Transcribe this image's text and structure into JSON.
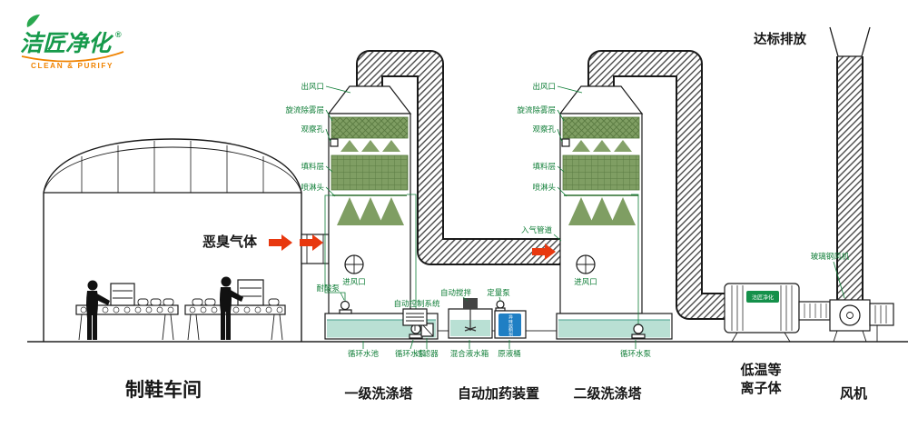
{
  "colors": {
    "brand_green": "#169a4b",
    "brand_orange": "#f08300",
    "band_green": "#7f9e63",
    "water_fill": "#b9e0d4",
    "arrow_red": "#e8380f",
    "label_green": "#0e7d36",
    "agent_blue": "#1f7fc4"
  },
  "logo": {
    "name": "洁匠净化",
    "reg": "®",
    "tagline": "CLEAN & PURIFY"
  },
  "top": {
    "discharge": "达标排放"
  },
  "flow": {
    "odor_gas": "恶臭气体"
  },
  "workshop": {
    "caption": "制鞋车间"
  },
  "tower1": {
    "caption": "一级洗涤塔",
    "outlet": "出风口",
    "demister": "旋流除雾层",
    "sight_hole": "观察孔",
    "packing": "填料层",
    "spray_head": "喷淋头",
    "inlet": "进风口",
    "acid_pump": "耐酸泵",
    "pool": "循环水池",
    "circ_pump": "循环水泵"
  },
  "tower2": {
    "caption": "二级洗涤塔",
    "outlet": "出风口",
    "demister": "旋流除雾层",
    "sight_hole": "观察孔",
    "packing": "填料层",
    "spray_head": "喷淋头",
    "inlet_pipe": "入气管道",
    "inlet": "进风口",
    "circ_pump": "循环水泵"
  },
  "dosing": {
    "caption": "自动加药装置",
    "control": "自动控制系统",
    "stirrer": "自动搅拌",
    "meter_pump": "定量泵",
    "agent": "异味控制剂",
    "filter": "过滤器",
    "mix_tank": "混合液水箱",
    "stock_barrel": "原液桶"
  },
  "plasma": {
    "caption_line1": "低温等",
    "caption_line2": "离子体",
    "sticker": "洁匠净化"
  },
  "fan": {
    "caption": "风机",
    "frp_fan": "玻璃钢风机"
  }
}
